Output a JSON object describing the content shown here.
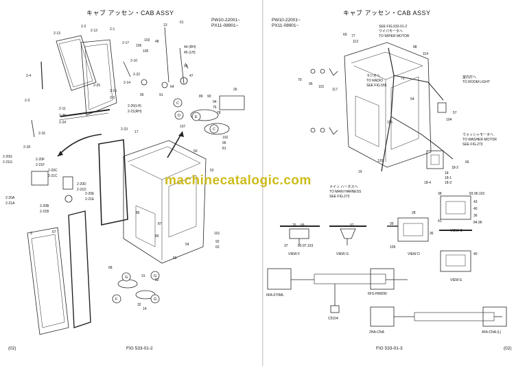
{
  "left_page": {
    "title": "キャブ アッセン・CAB ASSY",
    "serial_1": "PW10-22001~",
    "serial_2": "PX11-08901~",
    "figure": "FIG 533-01-2",
    "page_number": "(02)",
    "callouts": [
      "2-13",
      "2-2",
      "2-12",
      "2-1",
      "2-17",
      "2-10",
      "2-22",
      "2-14",
      "2-4",
      "2-25",
      "2-15",
      "2-5",
      "2-3",
      "2-11",
      "2-26",
      "2-24",
      "2-23",
      "2-16",
      "2-18",
      "2-20G",
      "2-21G",
      "2-20F",
      "2-21F",
      "2-20C",
      "2-21C",
      "2-20D",
      "2-21D",
      "2-20E",
      "2-21E",
      "2-20A",
      "2-21A",
      "2-20B",
      "2-21B",
      "2-20(LH)",
      "2-21(RH)",
      "106",
      "105",
      "103",
      "13",
      "48",
      "61",
      "44 (RH)",
      "45 (LH)",
      "99",
      "64",
      "47",
      "91",
      "95",
      "89",
      "90",
      "94",
      "76",
      "78",
      "26",
      "107",
      "102",
      "96",
      "81",
      "17",
      "50",
      "52",
      "3",
      "67",
      "101",
      "92",
      "63",
      "54",
      "55",
      "68",
      "31",
      "85",
      "87",
      "80",
      "82",
      "32",
      "14"
    ],
    "view_markers": [
      "C",
      "D",
      "E",
      "F",
      "G"
    ]
  },
  "right_page": {
    "title": "キャブ アッセン・CAB ASSY",
    "serial_1": "PW10-22001~",
    "serial_2": "PX11-08901~",
    "figure": "FIG 533-01-3",
    "page_number": "(02)",
    "note_wiper_jp": "ワイパモータへ",
    "note_wiper": "SEE FIG.533-01-2",
    "note_wiper_en": "TO WIPER MOTOR",
    "note_radio_jp": "ラジオへ",
    "note_radio_en": "TO RADIO",
    "note_radio_fig": "SEE FIG.555",
    "note_room_jp": "室内灯へ",
    "note_room_en": "TO ROOM LIGHT",
    "note_washer_jp": "ウォッシャモータへ",
    "note_washer_en": "TO WASHER MOTOR",
    "note_washer_fig": "SEE FIG.273",
    "note_main_jp": "メイン ハーネスへ",
    "note_main_en": "TO MAIN HARNESS",
    "note_main_fig": "SEE FIG.273",
    "views": [
      "VIEW F",
      "VIEW G",
      "VIEW D",
      "VIEW C",
      "VIEW E"
    ],
    "callouts": [
      "69",
      "77",
      "113",
      "88",
      "114",
      "79",
      "95",
      "101",
      "117",
      "71",
      "115",
      "104",
      "57",
      "54",
      "120",
      "19",
      "66",
      "18",
      "18-1",
      "18-2",
      "18-3",
      "18-4",
      "38",
      "43",
      "40",
      "36",
      "41",
      "84.96",
      "83.96.102",
      "76",
      "68",
      "37",
      "93.97.103",
      "28",
      "39",
      "109",
      "36",
      "97",
      "40"
    ],
    "connector_labels": [
      "6FA-070ML",
      "6FS-HMD90",
      "C5104",
      "2HA-CNA",
      "4FA-CNA (L)"
    ]
  },
  "watermark": "machinecatalogic.com"
}
